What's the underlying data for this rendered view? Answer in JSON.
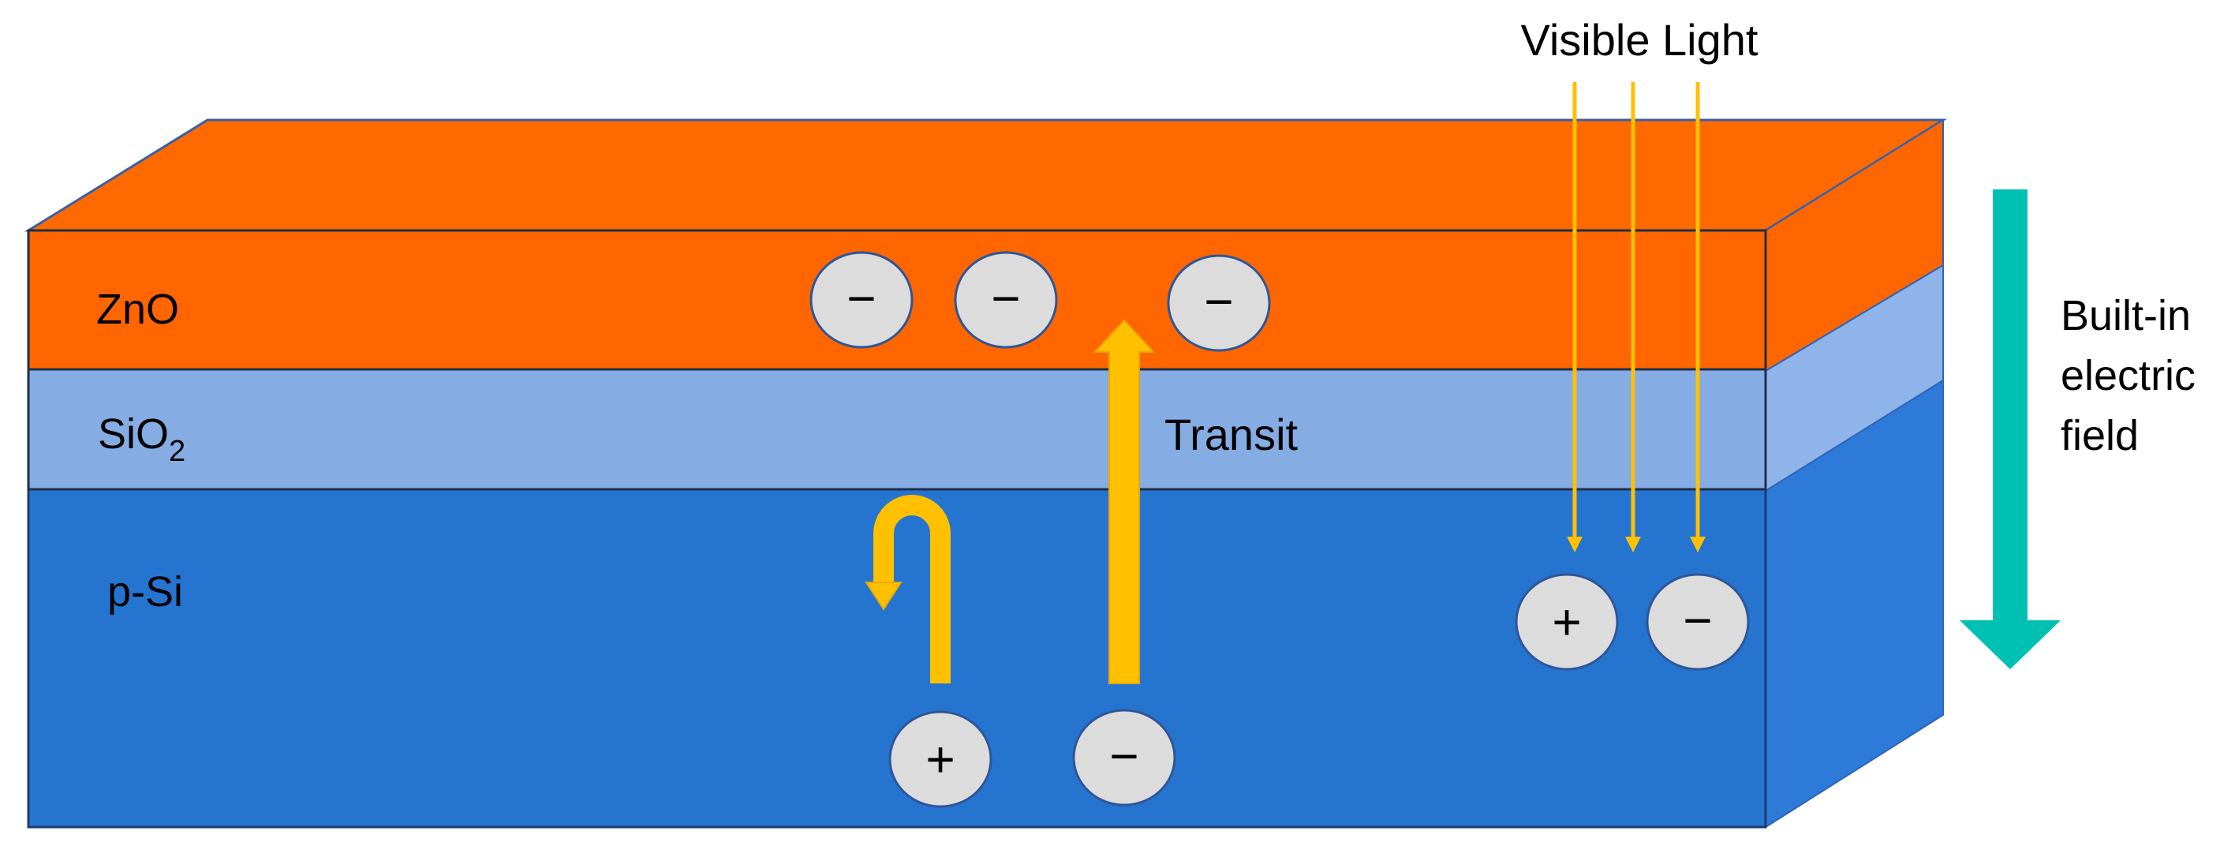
{
  "labels": {
    "zno": "ZnO",
    "sio2_base": "SiO",
    "sio2_sub": "2",
    "psi": "p-Si",
    "transit": "Transit",
    "visible_light": "Visible Light",
    "field_line1": "Built-in",
    "field_line2": "electric",
    "field_line3": "field"
  },
  "charges": {
    "minus": "−",
    "plus": "+"
  },
  "colors": {
    "zno_front": "#ff6600",
    "zno_top": "#ff6a00",
    "zno_side": "#ff6600",
    "sio2_front": "#85ace3",
    "sio2_side": "#8fb4ea",
    "psi_front": "#2574d0",
    "psi_side": "#2d7ad8",
    "charge_fill": "#dcdcdc",
    "charge_stroke": "#2f5597",
    "carrier_arrow": "#ffc000",
    "light_ray": "#ffc000",
    "field_arrow": "#00c0b4"
  }
}
